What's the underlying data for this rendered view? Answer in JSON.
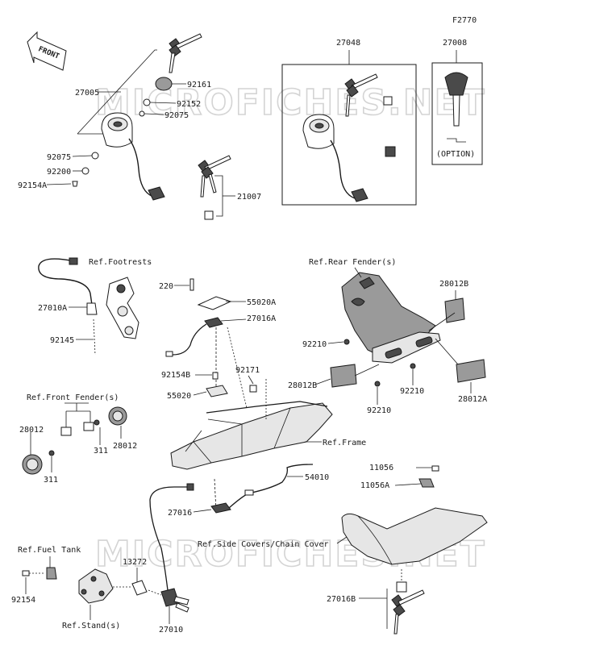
{
  "figure_code": "F2770",
  "front_label": "FRONT",
  "option_label": "(OPTION)",
  "watermark": "MICROFICHES.NET",
  "callouts": {
    "c27048": "27048",
    "c27008": "27008",
    "c27005": "27005",
    "c92161": "92161",
    "c92152": "92152",
    "c92075a": "92075",
    "c92075b": "92075",
    "c92200": "92200",
    "c92154A": "92154A",
    "c21007": "21007",
    "refFootrests": "Ref.Footrests",
    "c27010A": "27010A",
    "c92145": "92145",
    "c220": "220",
    "c55020A": "55020A",
    "c27016A": "27016A",
    "refRearFender": "Ref.Rear Fender(s)",
    "c28012B_top": "28012B",
    "c92210a": "92210",
    "c28012B_left": "28012B",
    "c92210b": "92210",
    "c92210c": "92210",
    "c28012A": "28012A",
    "c92154B": "92154B",
    "c92171": "92171",
    "c55020": "55020",
    "refFrontFender": "Ref.Front Fender(s)",
    "c28012_left": "28012",
    "c311a": "311",
    "c28012_right": "28012",
    "c311b": "311",
    "refFrame": "Ref.Frame",
    "c11056": "11056",
    "c11056A": "11056A",
    "c54010": "54010",
    "c27016": "27016",
    "refSideCovers": "Ref.Side Covers/Chain Cover",
    "refFuelTank": "Ref.Fuel Tank",
    "c13272": "13272",
    "c92154": "92154",
    "refStands": "Ref.Stand(s)",
    "c27010": "27010",
    "c27016B": "27016B"
  }
}
